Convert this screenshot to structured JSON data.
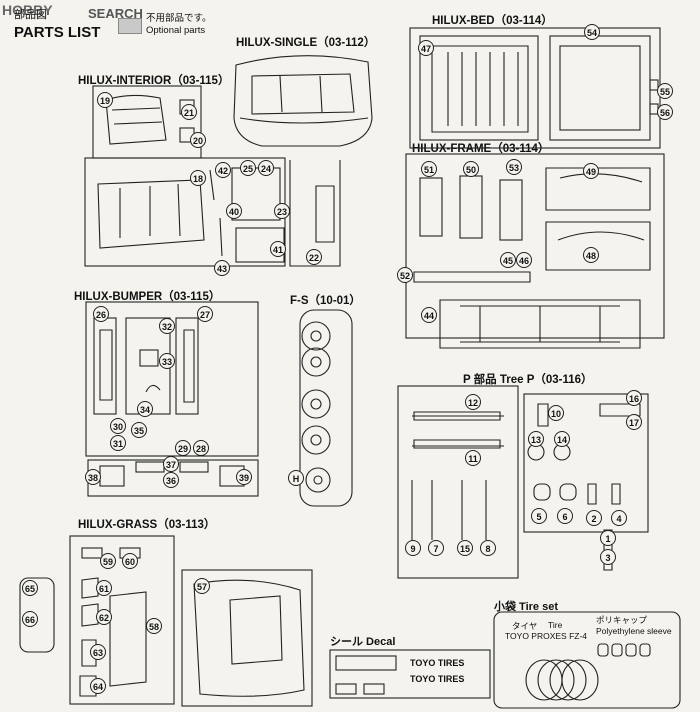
{
  "watermark": {
    "logo": "HOBBY",
    "search": "SEARCH"
  },
  "header": {
    "kanji": "部品図",
    "title": "PARTS LIST",
    "unused_jp": "不用部品です。",
    "unused_en": "Optional parts"
  },
  "groups": {
    "single": "HILUX-SINGLE（03-112）",
    "bed": "HILUX-BED（03-114）",
    "interior": "HILUX-INTERIOR（03-115）",
    "frame": "HILUX-FRAME（03-114）",
    "bumper": "HILUX-BUMPER（03-115）",
    "fs": "F-S（10-01）",
    "p": "P 部品 Tree P（03-116）",
    "grass": "HILUX-GRASS（03-113）"
  },
  "tire_set": {
    "title": "小袋 Tire set",
    "tire_jp": "タイヤ",
    "tire_en": "Tire",
    "tire_name": "TOYO PROXES FZ-4",
    "cap_jp": "ポリキャップ",
    "cap_en": "Polyethylene sleeve"
  },
  "decal": {
    "title": "シール Decal",
    "brand1": "TOYO TIRES",
    "brand2": "TOYO TIRES"
  },
  "fs_letter": "H",
  "numbers": {
    "n1": "1",
    "n2": "2",
    "n3": "3",
    "n4": "4",
    "n5": "5",
    "n6": "6",
    "n7": "7",
    "n8": "8",
    "n9": "9",
    "n10": "10",
    "n11": "11",
    "n12": "12",
    "n13": "13",
    "n14": "14",
    "n15": "15",
    "n16": "16",
    "n17": "17",
    "n18": "18",
    "n19": "19",
    "n20": "20",
    "n21": "21",
    "n22": "22",
    "n23": "23",
    "n24": "24",
    "n25": "25",
    "n26": "26",
    "n27": "27",
    "n28": "28",
    "n29": "29",
    "n30": "30",
    "n31": "31",
    "n32": "32",
    "n33": "33",
    "n34": "34",
    "n35": "35",
    "n36": "36",
    "n37": "37",
    "n38": "38",
    "n39": "39",
    "n40": "40",
    "n41": "41",
    "n42": "42",
    "n43": "43",
    "n44": "44",
    "n45": "45",
    "n46": "46",
    "n47": "47",
    "n48": "48",
    "n49": "49",
    "n50": "50",
    "n51": "51",
    "n52": "52",
    "n53": "53",
    "n54": "54",
    "n55": "55",
    "n56": "56",
    "n57": "57",
    "n58": "58",
    "n59": "59",
    "n60": "60",
    "n61": "61",
    "n62": "62",
    "n63": "63",
    "n64": "64",
    "n65": "65",
    "n66": "66"
  }
}
